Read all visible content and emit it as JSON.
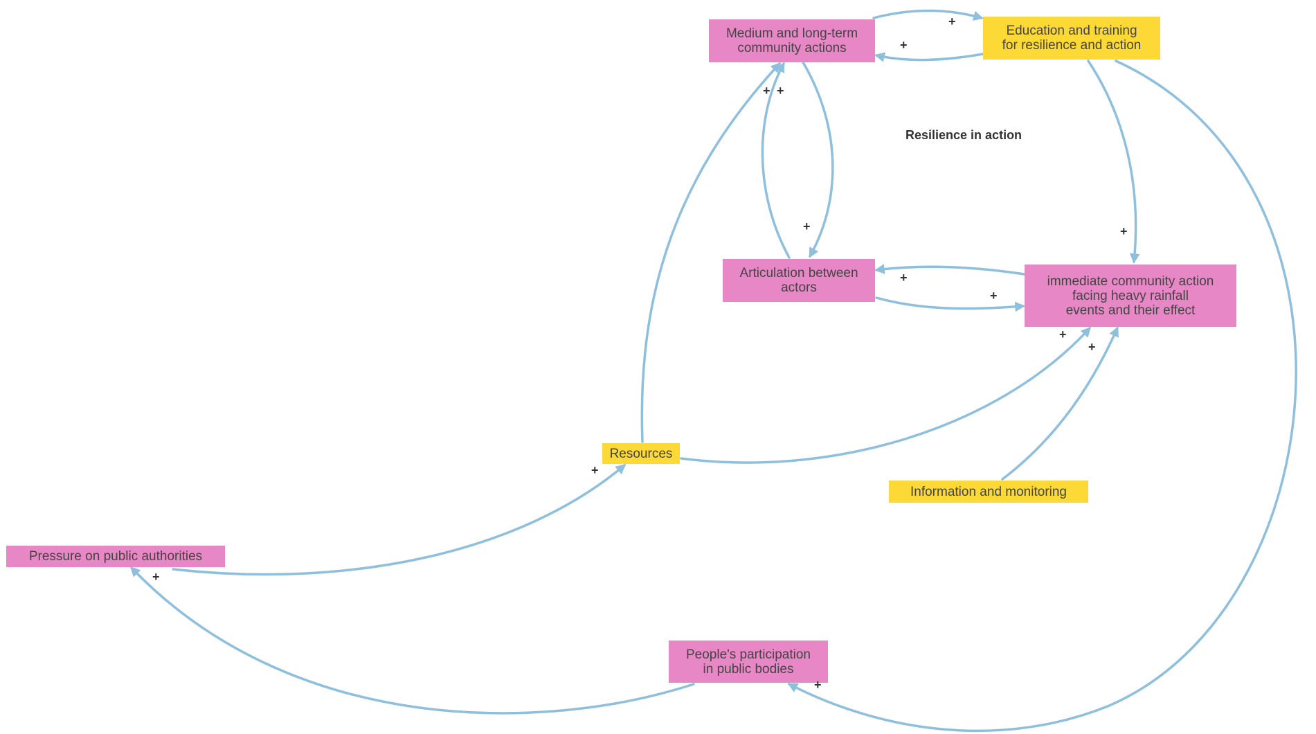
{
  "title": "Resilience in action",
  "colors": {
    "pink_node": "#e887c6",
    "yellow_node": "#fcd935",
    "arrow": "#8ebfdc",
    "text": "#444444"
  },
  "nodes": {
    "medium_long_term": {
      "label": "Medium and long-term\ncommunity actions",
      "color": "pink"
    },
    "education_training": {
      "label": "Education and training\nfor resilience and action",
      "color": "yellow"
    },
    "articulation": {
      "label": "Articulation between\nactors",
      "color": "pink"
    },
    "immediate_action": {
      "label": "immediate community action\nfacing heavy rainfall\nevents and their effect",
      "color": "pink"
    },
    "resources": {
      "label": "Resources",
      "color": "yellow"
    },
    "information_monitoring": {
      "label": "Information and monitoring",
      "color": "yellow"
    },
    "pressure": {
      "label": "Pressure on public authorities",
      "color": "pink"
    },
    "participation": {
      "label": "People's participation\nin public bodies",
      "color": "pink"
    }
  },
  "links": [
    {
      "from": "medium_long_term",
      "to": "education_training",
      "polarity": "+"
    },
    {
      "from": "education_training",
      "to": "medium_long_term",
      "polarity": "+"
    },
    {
      "from": "medium_long_term",
      "to": "articulation",
      "polarity": "+"
    },
    {
      "from": "articulation",
      "to": "medium_long_term",
      "polarity": "+"
    },
    {
      "from": "resources",
      "to": "medium_long_term",
      "polarity": "+"
    },
    {
      "from": "education_training",
      "to": "immediate_action",
      "polarity": "+"
    },
    {
      "from": "immediate_action",
      "to": "articulation",
      "polarity": "+"
    },
    {
      "from": "articulation",
      "to": "immediate_action",
      "polarity": "+"
    },
    {
      "from": "resources",
      "to": "immediate_action",
      "polarity": "+"
    },
    {
      "from": "information_monitoring",
      "to": "immediate_action",
      "polarity": "+"
    },
    {
      "from": "pressure",
      "to": "resources",
      "polarity": "+"
    },
    {
      "from": "participation",
      "to": "pressure",
      "polarity": "+"
    },
    {
      "from": "education_training",
      "to": "participation",
      "polarity": "+"
    }
  ]
}
